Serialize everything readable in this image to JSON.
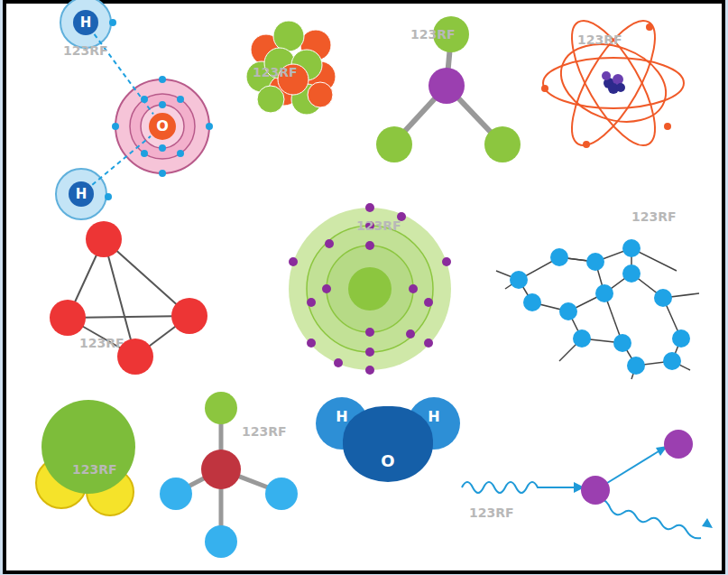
{
  "diagram": {
    "nodes": [
      {
        "text": [
          "H"
        ]
      },
      {
        "text": [
          "O"
        ]
      },
      {
        "text": [
          "H"
        ]
      },
      {
        "text": [
          "H"
        ]
      },
      {
        "text": [
          "O"
        ]
      },
      {
        "text": [
          "H"
        ]
      }
    ],
    "edges": [
      {
        "from": 0,
        "to": 1,
        "arrow": "none"
      },
      {
        "from": 2,
        "to": 1,
        "arrow": "none"
      }
    ],
    "labels": [
      "123RF",
      "123RF",
      "123RF",
      "123RF",
      "123RF",
      "123RF",
      "123RF",
      "123RF",
      "123RF",
      "123RF"
    ]
  }
}
